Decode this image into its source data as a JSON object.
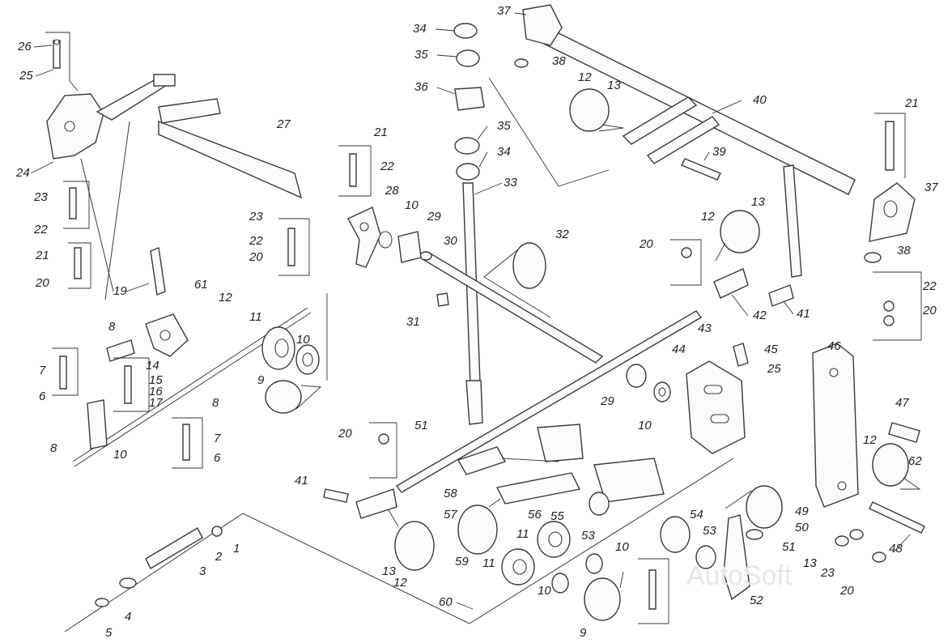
{
  "watermark": "AutoSoft",
  "callouts": [
    {
      "id": "c26",
      "text": "26"
    },
    {
      "id": "c25a",
      "text": "25"
    },
    {
      "id": "c24",
      "text": "24"
    },
    {
      "id": "c23a",
      "text": "23"
    },
    {
      "id": "c22a",
      "text": "22"
    },
    {
      "id": "c21a",
      "text": "21"
    },
    {
      "id": "c20a",
      "text": "20"
    },
    {
      "id": "c27",
      "text": "27"
    },
    {
      "id": "c23b",
      "text": "23"
    },
    {
      "id": "c22b",
      "text": "22"
    },
    {
      "id": "c20b",
      "text": "20"
    },
    {
      "id": "c19",
      "text": "19"
    },
    {
      "id": "c8a",
      "text": "8"
    },
    {
      "id": "c61",
      "text": "61"
    },
    {
      "id": "c12a",
      "text": "12"
    },
    {
      "id": "c11a",
      "text": "11"
    },
    {
      "id": "c10a",
      "text": "10"
    },
    {
      "id": "c9a",
      "text": "9"
    },
    {
      "id": "c7a",
      "text": "7"
    },
    {
      "id": "c6a",
      "text": "6"
    },
    {
      "id": "c14",
      "text": "14"
    },
    {
      "id": "c15",
      "text": "15"
    },
    {
      "id": "c16",
      "text": "16"
    },
    {
      "id": "c17",
      "text": "17"
    },
    {
      "id": "c8b",
      "text": "8"
    },
    {
      "id": "c8c",
      "text": "8"
    },
    {
      "id": "c10b",
      "text": "10"
    },
    {
      "id": "c7b",
      "text": "7"
    },
    {
      "id": "c6b",
      "text": "6"
    },
    {
      "id": "c1",
      "text": "1"
    },
    {
      "id": "c2",
      "text": "2"
    },
    {
      "id": "c3",
      "text": "3"
    },
    {
      "id": "c4",
      "text": "4"
    },
    {
      "id": "c5",
      "text": "5"
    },
    {
      "id": "c34a",
      "text": "34"
    },
    {
      "id": "c35a",
      "text": "35"
    },
    {
      "id": "c36",
      "text": "36"
    },
    {
      "id": "c37a",
      "text": "37"
    },
    {
      "id": "c38a",
      "text": "38"
    },
    {
      "id": "c12b",
      "text": "12"
    },
    {
      "id": "c13a",
      "text": "13"
    },
    {
      "id": "c40",
      "text": "40"
    },
    {
      "id": "c35b",
      "text": "35"
    },
    {
      "id": "c34b",
      "text": "34"
    },
    {
      "id": "c33",
      "text": "33"
    },
    {
      "id": "c21b",
      "text": "21"
    },
    {
      "id": "c22c",
      "text": "22"
    },
    {
      "id": "c28",
      "text": "28"
    },
    {
      "id": "c10c",
      "text": "10"
    },
    {
      "id": "c29a",
      "text": "29"
    },
    {
      "id": "c39",
      "text": "39"
    },
    {
      "id": "c30",
      "text": "30"
    },
    {
      "id": "c32",
      "text": "32"
    },
    {
      "id": "c31",
      "text": "31"
    },
    {
      "id": "c12c",
      "text": "12"
    },
    {
      "id": "c13b",
      "text": "13"
    },
    {
      "id": "c20c",
      "text": "20"
    },
    {
      "id": "c42",
      "text": "42"
    },
    {
      "id": "c41a",
      "text": "41"
    },
    {
      "id": "c43",
      "text": "43"
    },
    {
      "id": "c21c",
      "text": "21"
    },
    {
      "id": "c37b",
      "text": "37"
    },
    {
      "id": "c38b",
      "text": "38"
    },
    {
      "id": "c22d",
      "text": "22"
    },
    {
      "id": "c20d",
      "text": "20"
    },
    {
      "id": "c44",
      "text": "44"
    },
    {
      "id": "c45",
      "text": "45"
    },
    {
      "id": "c25b",
      "text": "25"
    },
    {
      "id": "c29b",
      "text": "29"
    },
    {
      "id": "c10d",
      "text": "10"
    },
    {
      "id": "c46",
      "text": "46"
    },
    {
      "id": "c47",
      "text": "47"
    },
    {
      "id": "c12d",
      "text": "12"
    },
    {
      "id": "c62",
      "text": "62"
    },
    {
      "id": "c51a",
      "text": "51"
    },
    {
      "id": "c20e",
      "text": "20"
    },
    {
      "id": "c41b",
      "text": "41"
    },
    {
      "id": "c58",
      "text": "58"
    },
    {
      "id": "c57",
      "text": "57"
    },
    {
      "id": "c56",
      "text": "56"
    },
    {
      "id": "c55",
      "text": "55"
    },
    {
      "id": "c59",
      "text": "59"
    },
    {
      "id": "c13c",
      "text": "13"
    },
    {
      "id": "c12e",
      "text": "12"
    },
    {
      "id": "c11b",
      "text": "11"
    },
    {
      "id": "c11c",
      "text": "11"
    },
    {
      "id": "c53a",
      "text": "53"
    },
    {
      "id": "c10e",
      "text": "10"
    },
    {
      "id": "c10f",
      "text": "10"
    },
    {
      "id": "c54",
      "text": "54"
    },
    {
      "id": "c53b",
      "text": "53"
    },
    {
      "id": "c49",
      "text": "49"
    },
    {
      "id": "c50",
      "text": "50"
    },
    {
      "id": "c51b",
      "text": "51"
    },
    {
      "id": "c13d",
      "text": "13"
    },
    {
      "id": "c23c",
      "text": "23"
    },
    {
      "id": "c20f",
      "text": "20"
    },
    {
      "id": "c48",
      "text": "48"
    },
    {
      "id": "c52",
      "text": "52"
    },
    {
      "id": "c9b",
      "text": "9"
    },
    {
      "id": "c60",
      "text": "60"
    }
  ]
}
